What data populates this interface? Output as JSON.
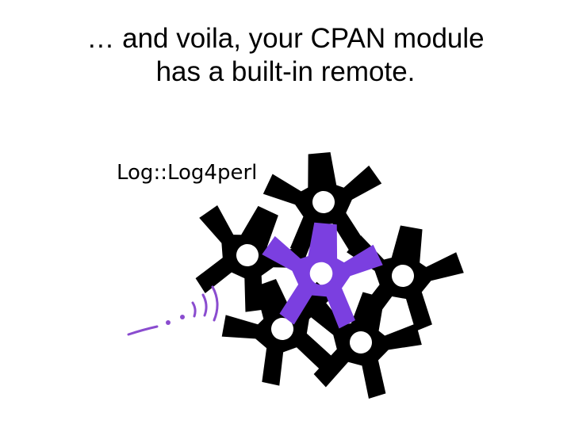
{
  "slide": {
    "title_line1": "… and voila, your CPAN module",
    "title_line2": "has a built-in remote.",
    "module_name": "Log::Log4perl"
  },
  "colors": {
    "background": "#ffffff",
    "text": "#000000",
    "gear_black": "#000000",
    "gear_purple": "#7b3fe0",
    "signal_purple": "#8a4ccf"
  },
  "icons": [
    "gear-icon",
    "remote-signal-icon"
  ]
}
